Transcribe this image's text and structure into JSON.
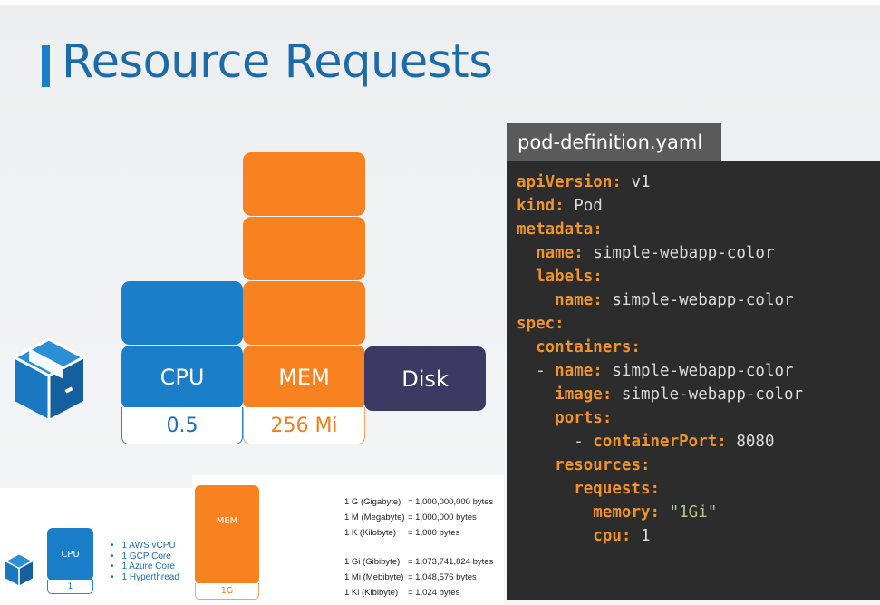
{
  "slide": {
    "title": "Resource Requests"
  },
  "resources": {
    "cpu": {
      "label": "CPU",
      "value": "0.5"
    },
    "mem": {
      "label": "MEM",
      "value": "256 Mi"
    },
    "disk": {
      "label": "Disk"
    }
  },
  "file": {
    "name": "pod-definition.yaml",
    "lines": [
      {
        "key": "apiVersion:",
        "value": " v1"
      },
      {
        "key": "kind:",
        "value": " Pod"
      },
      {
        "key": "metadata:",
        "value": ""
      },
      {
        "indent": "  ",
        "key": "name:",
        "value": " simple-webapp-color"
      },
      {
        "indent": "  ",
        "key": "labels:",
        "value": ""
      },
      {
        "indent": "    ",
        "key": "name:",
        "value": " simple-webapp-color"
      },
      {
        "key": "spec:",
        "value": ""
      },
      {
        "indent": "  ",
        "key": "containers:",
        "value": ""
      },
      {
        "indent": "  - ",
        "key": "name:",
        "value": " simple-webapp-color"
      },
      {
        "indent": "    ",
        "key": "image:",
        "value": " simple-webapp-color"
      },
      {
        "indent": "    ",
        "key": "ports:",
        "value": ""
      },
      {
        "indent": "      - ",
        "key": "containerPort:",
        "value": " 8080"
      },
      {
        "indent": "    ",
        "key": "resources:",
        "value": ""
      },
      {
        "indent": "      ",
        "key": "requests:",
        "value": ""
      },
      {
        "indent": "        ",
        "key": "memory:",
        "string": " \"1Gi\""
      },
      {
        "indent": "        ",
        "key": "cpu:",
        "value": " 1"
      }
    ]
  },
  "reference": {
    "cpu_label": "CPU",
    "cpu_value": "1",
    "cpu_equivalents": [
      "1 AWS vCPU",
      "1 GCP Core",
      "1 Azure Core",
      "1 Hyperthread"
    ],
    "mem_label": "MEM",
    "mem_value": "1G",
    "units": [
      {
        "name": "1 G (Gigabyte)",
        "bytes": "= 1,000,000,000 bytes"
      },
      {
        "name": "1 M (Megabyte)",
        "bytes": "= 1,000,000 bytes"
      },
      {
        "name": "1 K (Kilobyte)",
        "bytes": "= 1,000 bytes"
      },
      {
        "name": "1 Gi (Gibibyte)",
        "bytes": "= 1,073,741,824 bytes"
      },
      {
        "name": "1 Mi (Mebibyte)",
        "bytes": "= 1,048,576 bytes"
      },
      {
        "name": "1 Ki (Kibibyte)",
        "bytes": "= 1,024 bytes"
      }
    ]
  },
  "colors": {
    "title": "#1d6aa8",
    "cpu": "#1a7ec8",
    "mem": "#f98220",
    "disk": "#3c3a62",
    "code_key": "#f0932a",
    "code_bg": "#2c2c2c"
  },
  "icons": [
    "package-cube-icon"
  ]
}
